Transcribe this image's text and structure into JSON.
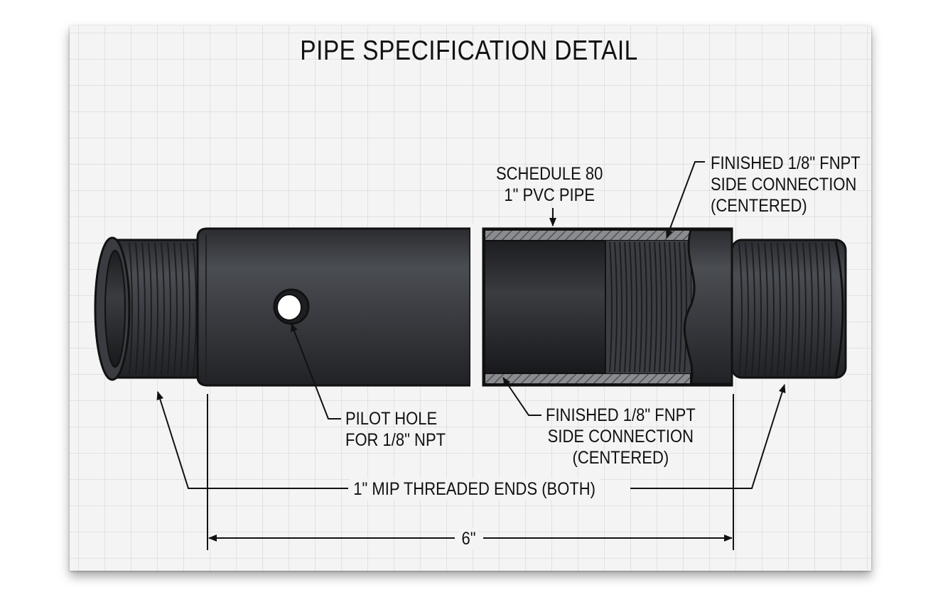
{
  "diagram": {
    "title": "PIPE SPECIFICATION DETAIL",
    "callouts": {
      "pipe_material": {
        "line1": "SCHEDULE 80",
        "line2": "1\" PVC PIPE"
      },
      "side_connection_top": {
        "line1": "FINISHED 1/8\" FNPT",
        "line2": "SIDE CONNECTION",
        "line3": "(CENTERED)"
      },
      "pilot_hole": {
        "line1": "PILOT HOLE",
        "line2": "FOR 1/8\" NPT"
      },
      "side_connection_bottom": {
        "line1": "FINISHED 1/8\" FNPT",
        "line2": "SIDE CONNECTION",
        "line3": "(CENTERED)"
      },
      "threaded_ends": "1\" MIP THREADED ENDS (BOTH)",
      "length": "6\""
    },
    "colors": {
      "pipe": "#3d3f44",
      "thread": "#2b2d31",
      "outline": "#111111",
      "section_hatch": "#6a6c70"
    }
  }
}
